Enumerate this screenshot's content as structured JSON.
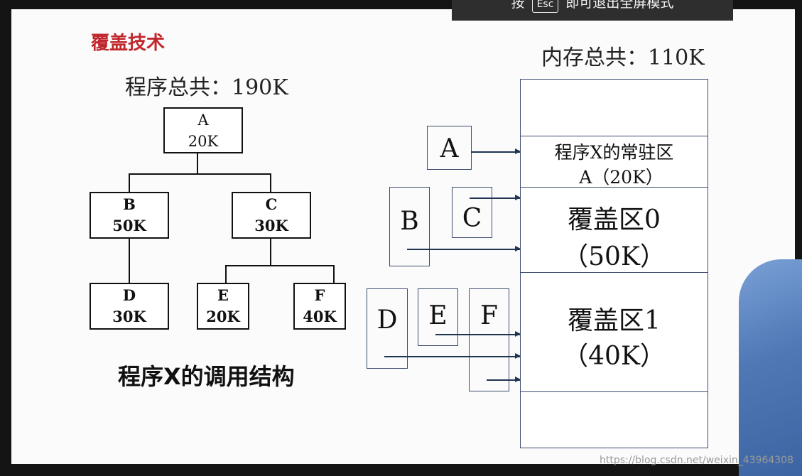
{
  "banner": {
    "prefix": "按",
    "key": "Esc",
    "suffix": "即可退出全屏模式"
  },
  "title": "覆盖技术",
  "program_total": "程序总共：190K",
  "memory_total": "内存总共：110K",
  "tree": {
    "A": {
      "name": "A",
      "size": "20K"
    },
    "B": {
      "name": "B",
      "size": "50K"
    },
    "C": {
      "name": "C",
      "size": "30K"
    },
    "D": {
      "name": "D",
      "size": "30K"
    },
    "E": {
      "name": "E",
      "size": "20K"
    },
    "F": {
      "name": "F",
      "size": "40K"
    }
  },
  "caption": "程序X的调用结构",
  "memory": {
    "resident_line1": "程序X的常驻区",
    "resident_line2": "A（20K）",
    "overlay0_line1": "覆盖区0",
    "overlay0_line2": "（50K）",
    "overlay1_line1": "覆盖区1",
    "overlay1_line2": "（40K）"
  },
  "modules": {
    "A": "A",
    "B": "B",
    "C": "C",
    "D": "D",
    "E": "E",
    "F": "F"
  },
  "watermark": "https://blog.csdn.net/weixin_43964308"
}
